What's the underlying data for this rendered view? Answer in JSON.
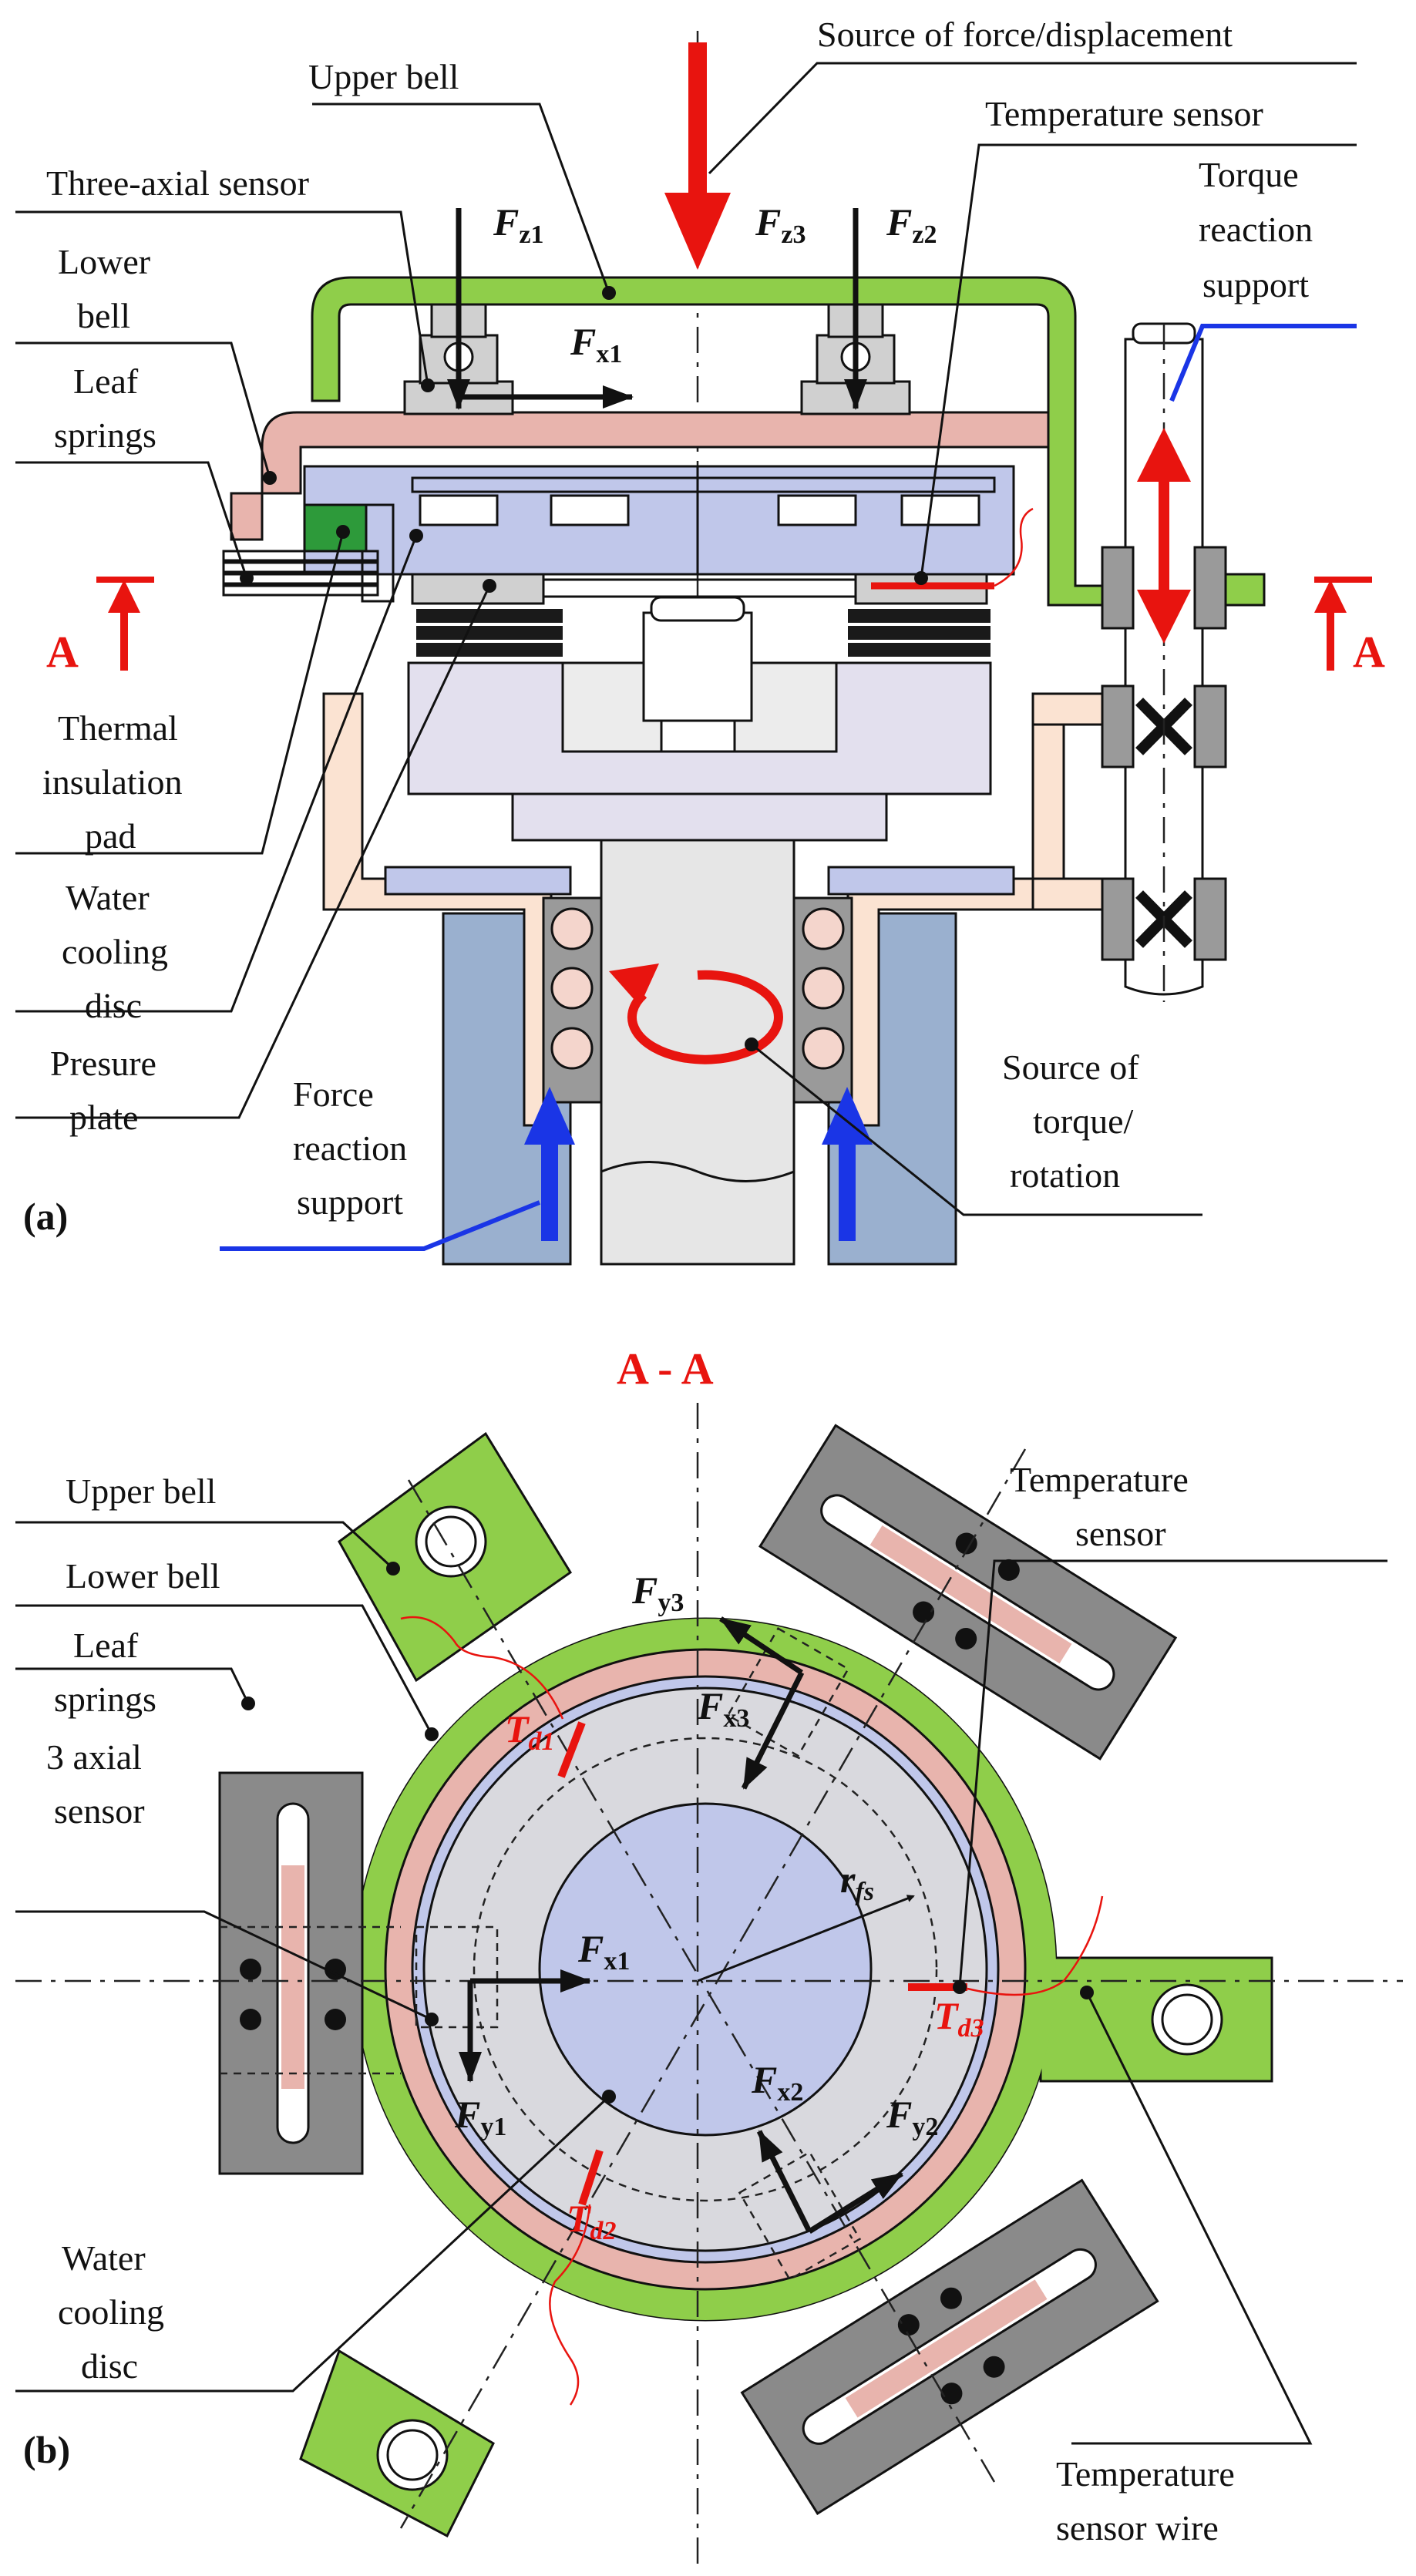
{
  "figure": {
    "panel_a_label": "(a)",
    "panel_b_label": "(b)",
    "section_title": "A - A",
    "section_mark": "A"
  },
  "panel_a": {
    "labels": {
      "source_force": "Source of force/displacement",
      "upper_bell": "Upper bell",
      "temperature_sensor": "Temperature sensor",
      "three_axial_sensor": "Three-axial sensor",
      "torque_reaction_l1": "Torque",
      "torque_reaction_l2": "reaction",
      "torque_reaction_l3": "support",
      "lower_bell_l1": "Lower",
      "lower_bell_l2": "bell",
      "leaf_springs_l1": "Leaf",
      "leaf_springs_l2": "springs",
      "thermal_pad_l1": "Thermal",
      "thermal_pad_l2": "insulation",
      "thermal_pad_l3": "pad",
      "water_disc_l1": "Water",
      "water_disc_l2": "cooling",
      "water_disc_l3": "disc",
      "pressure_plate_l1": "Presure",
      "pressure_plate_l2": "plate",
      "force_reaction_l1": "Force",
      "force_reaction_l2": "reaction",
      "force_reaction_l3": "support",
      "source_torque_l1": "Source of",
      "source_torque_l2": "torque/",
      "source_torque_l3": "rotation"
    },
    "forces": {
      "fz1": "F",
      "fz1_sub": "z1",
      "fz2": "F",
      "fz2_sub": "z2",
      "fz3": "F",
      "fz3_sub": "z3",
      "fx1": "F",
      "fx1_sub": "x1"
    }
  },
  "panel_b": {
    "labels": {
      "upper_bell": "Upper bell",
      "lower_bell": "Lower bell",
      "leaf_springs_l1": "Leaf",
      "leaf_springs_l2": "springs",
      "axial_sensor_l1": "3 axial",
      "axial_sensor_l2": "sensor",
      "water_disc_l1": "Water",
      "water_disc_l2": "cooling",
      "water_disc_l3": "disc",
      "temp_sensor_l1": "Temperature",
      "temp_sensor_l2": "sensor",
      "temp_wire_l1": "Temperature",
      "temp_wire_l2": "sensor wire"
    },
    "forces": {
      "fx1": "F",
      "fx1_sub": "x1",
      "fx2": "F",
      "fx2_sub": "x2",
      "fx3": "F",
      "fx3_sub": "x3",
      "fy1": "F",
      "fy1_sub": "y1",
      "fy2": "F",
      "fy2_sub": "y2",
      "fy3": "F",
      "fy3_sub": "y3",
      "rfs": "r",
      "rfs_sub": "fs",
      "td1": "T",
      "td1_sub": "d1",
      "td2": "T",
      "td2_sub": "d2",
      "td3": "T",
      "td3_sub": "d3"
    }
  },
  "colors": {
    "upper_bell": "#8fce4a",
    "lower_bell": "#e8b4ad",
    "water_disc": "#c0c7ea",
    "pressure_plate": "#d0d0d0",
    "housing": "#fbe3d2",
    "column": "#9ab0cf",
    "force_arrow": "#e8140f",
    "reaction_arrow": "#1a35e6",
    "leaf_spring": "#8a8a8a",
    "thermal_pad": "#2d9a3a"
  }
}
